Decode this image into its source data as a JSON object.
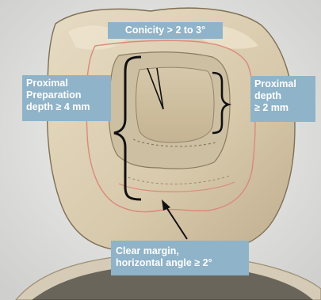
{
  "labels": {
    "conicity": "Conicity > 2 to 3°",
    "proximal_preparation": [
      "Proximal",
      "Preparation",
      "depth ≥ 4 mm"
    ],
    "proximal_depth": [
      "Proximal",
      "depth",
      "≥ 2 mm"
    ],
    "clear_margin": [
      "Clear margin,",
      "horizontal angle ≥ 2°"
    ]
  },
  "colors": {
    "label_bg": "#8fb3c8",
    "tooth": "#dccfb4",
    "tooth_shadow": "#b8a789",
    "cavity_floor": "#cbbd9f",
    "margin_line": "#d98a7a",
    "background": "#e7e7e7",
    "ink": "#111111"
  }
}
